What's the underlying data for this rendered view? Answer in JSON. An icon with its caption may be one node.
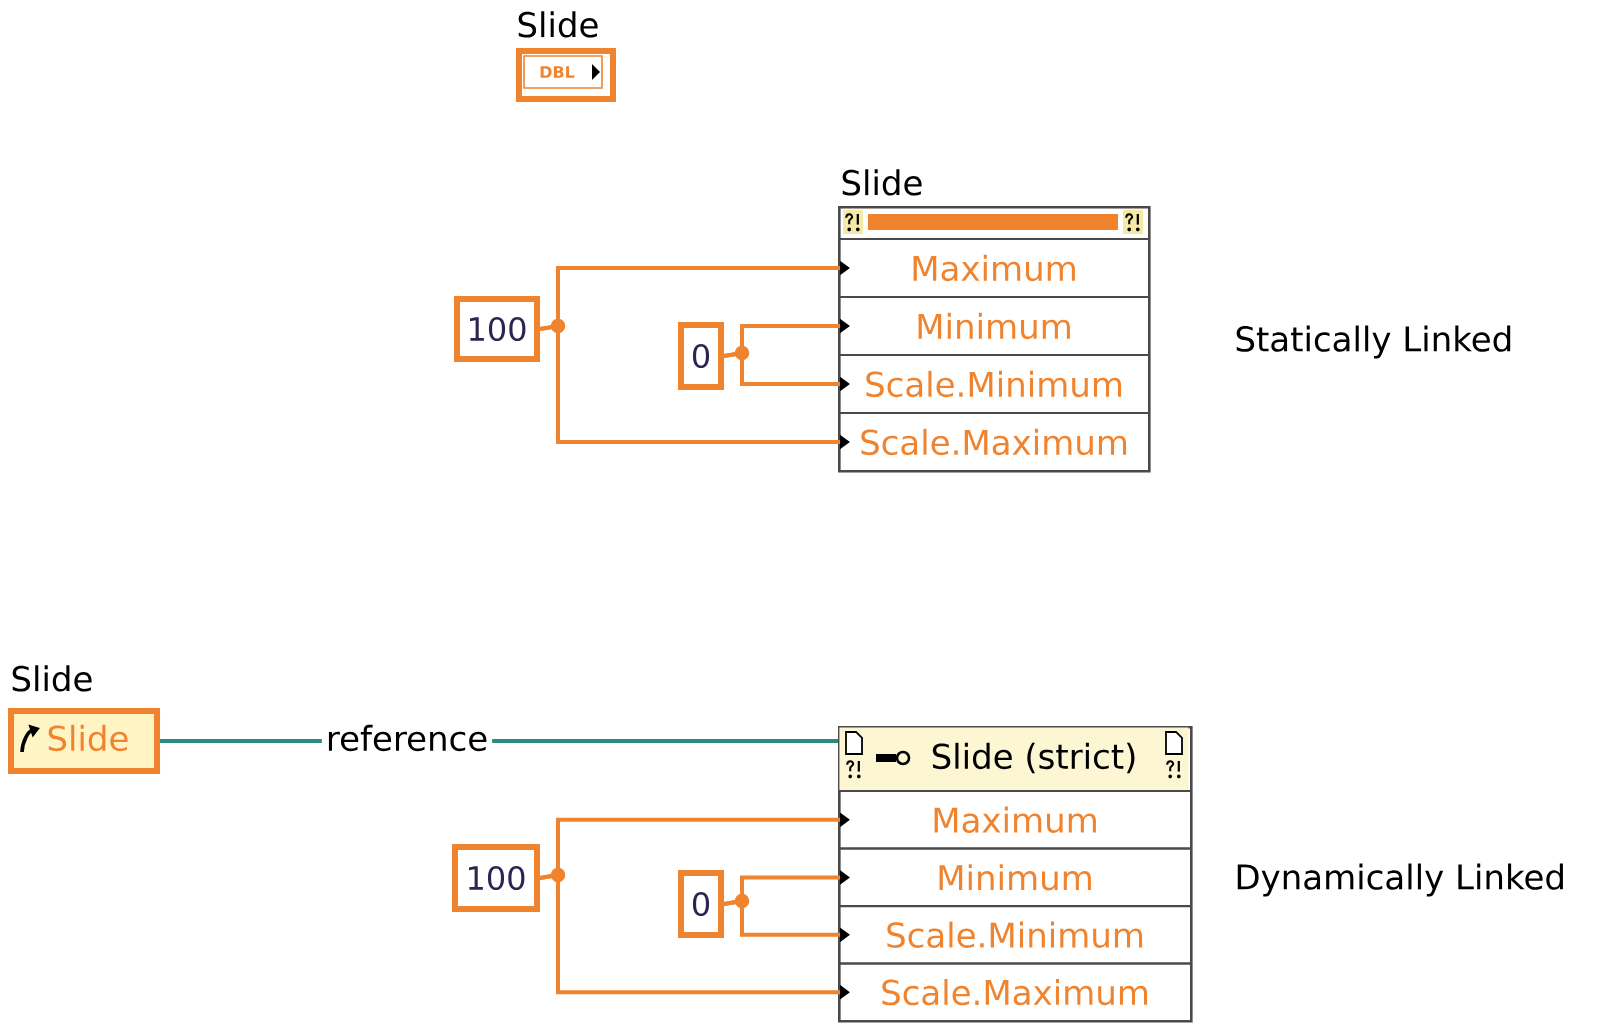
{
  "diagram": {
    "nodes": [
      {
        "text": [
          "Slide",
          "DBL"
        ]
      },
      {
        "text": [
          "Slide"
        ]
      },
      {
        "text": [
          "Maximum"
        ],
        "in": 1
      },
      {
        "text": [
          "Minimum"
        ],
        "in": 1
      },
      {
        "text": [
          "Scale.Minimum"
        ],
        "in": 1
      },
      {
        "text": [
          "Scale.Maximum"
        ],
        "in": 1
      },
      {
        "text": [
          "100"
        ]
      },
      {
        "text": [
          "0"
        ]
      },
      {
        "text": [
          "Slide",
          "Slide"
        ]
      },
      {
        "text": [
          "Slide (strict)"
        ]
      },
      {
        "text": [
          "Maximum"
        ],
        "in": 9
      },
      {
        "text": [
          "Minimum"
        ],
        "in": 9
      },
      {
        "text": [
          "Scale.Minimum"
        ],
        "in": 9
      },
      {
        "text": [
          "Scale.Maximum"
        ],
        "in": 9
      },
      {
        "text": [
          "100"
        ]
      },
      {
        "text": [
          "0"
        ]
      }
    ],
    "edges": [
      {
        "from": 6,
        "to": 2,
        "arrow": "to"
      },
      {
        "from": 6,
        "to": 5,
        "arrow": "to"
      },
      {
        "from": 7,
        "to": 3,
        "arrow": "to"
      },
      {
        "from": 7,
        "to": 4,
        "arrow": "to"
      },
      {
        "from": 8,
        "to": 9,
        "arrow": "none",
        "label": "reference",
        "color": "#2a8a80"
      },
      {
        "from": 14,
        "to": 10,
        "arrow": "to"
      },
      {
        "from": 14,
        "to": 13,
        "arrow": "to"
      },
      {
        "from": 15,
        "to": 11,
        "arrow": "to"
      },
      {
        "from": 15,
        "to": 12,
        "arrow": "to"
      }
    ],
    "labels": [
      "Statically Linked",
      "Dynamically Linked"
    ]
  }
}
